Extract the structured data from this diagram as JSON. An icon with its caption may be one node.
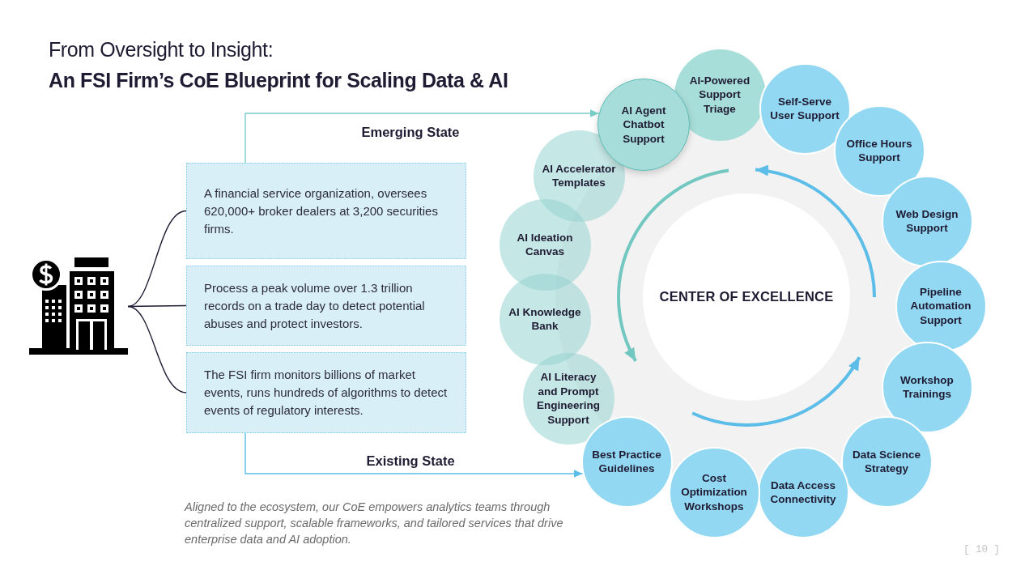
{
  "diagram": {
    "title": "From Oversight to Insight: **An FSI Firm’s CoE Blueprint for Scaling Data & AI**",
    "caption": "Aligned to the ecosystem, our CoE empowers analytics teams through centralized support, scalable frameworks, and tailored services that drive enterprise data and AI adoption.",
    "nodes": [
      {
        "text": [],
        "shape": "picture"
      },
      {
        "text": [
          "A financial service organization, oversees 620,000+ broker dealers at 3,200 securities firms."
        ]
      },
      {
        "text": [
          "Process a peak volume over 1.3 trillion records on a trade day to detect potential abuses and protect investors."
        ]
      },
      {
        "text": [
          "The FSI firm monitors billions of market events, runs hundreds of algorithms to detect events of regulatory interests."
        ]
      },
      {
        "text": [
          "AI Agent Chatbot Support"
        ]
      },
      {
        "text": [
          "AI-Powered Support Triage"
        ]
      },
      {
        "text": [
          "Self-Serve User Support"
        ]
      },
      {
        "text": [
          "Office Hours Support"
        ]
      },
      {
        "text": [
          "Web Design Support"
        ]
      },
      {
        "text": [
          "Pipeline Automation Support"
        ]
      },
      {
        "text": [
          "Workshop Trainings"
        ]
      },
      {
        "text": [
          "Data Science Strategy"
        ]
      },
      {
        "text": [
          "Data Access Connectivity"
        ]
      },
      {
        "text": [
          "Cost Optimization Workshops"
        ]
      },
      {
        "text": [
          "Best Practice Guidelines"
        ]
      },
      {
        "text": [
          "AI Literacy and Prompt Engineering Support"
        ]
      },
      {
        "text": [
          "AI Knowledge Bank"
        ]
      },
      {
        "text": [
          "AI Ideation Canvas"
        ]
      },
      {
        "text": [
          "AI Accelerator Templates"
        ]
      },
      {
        "text": [
          "CENTER OF EXCELLENCE"
        ]
      }
    ],
    "edges": [
      {
        "from": 0,
        "to": 1,
        "arrow": "none"
      },
      {
        "from": 0,
        "to": 2,
        "arrow": "none"
      },
      {
        "from": 0,
        "to": 3,
        "arrow": "none"
      },
      {
        "from": 1,
        "to": 4,
        "arrow": "to",
        "label": "Emerging State",
        "color": "#79cdc7"
      },
      {
        "from": 3,
        "to": 14,
        "arrow": "to",
        "label": "Existing State",
        "color": "#5bbde8"
      }
    ],
    "labels": [
      "[ 10 ]"
    ]
  }
}
